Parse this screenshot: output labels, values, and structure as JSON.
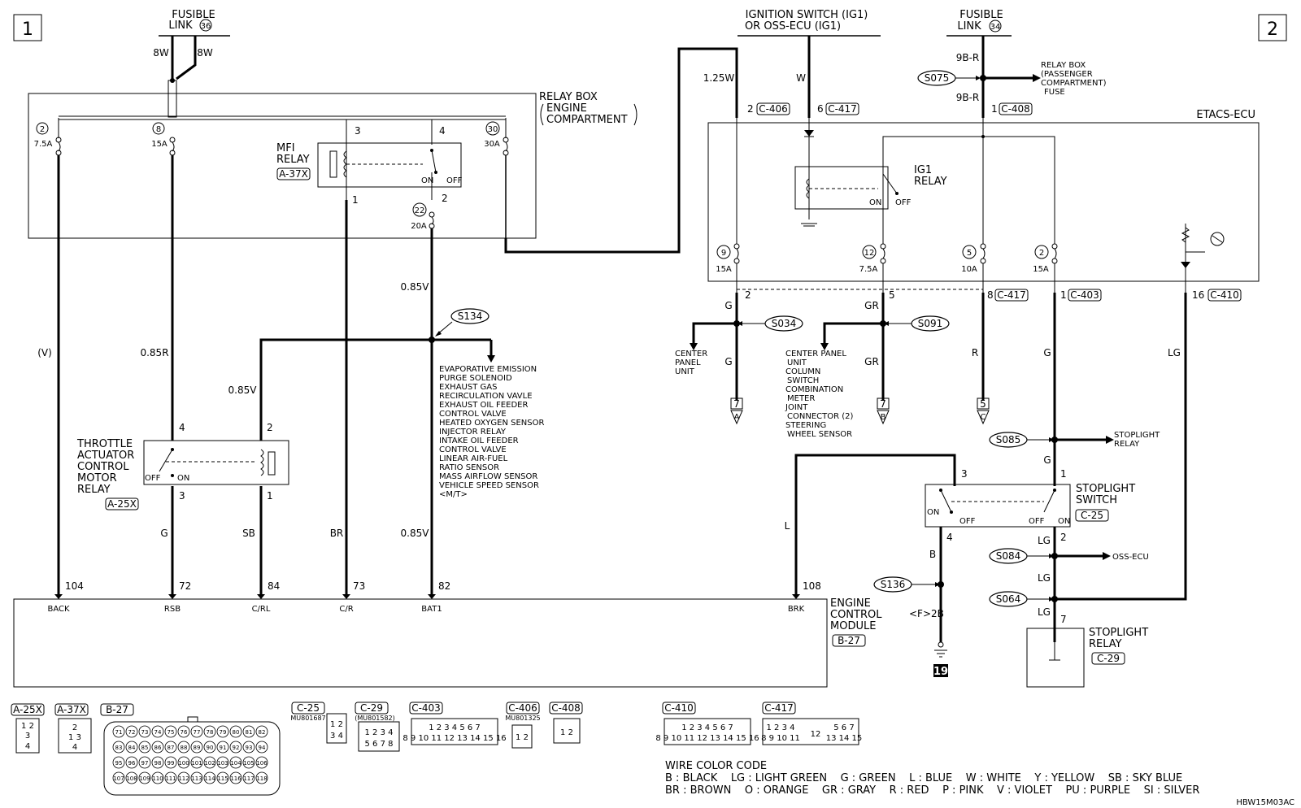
{
  "page": {
    "left_number": "1",
    "right_number": "2",
    "code": "HBW15M03AC"
  },
  "sources": {
    "fusible_link_36": "FUSIBLE\nLINK 36",
    "fusible_link_34": "FUSIBLE\nLINK 34",
    "ignition_switch": "IGNITION SWITCH (IG1)\nOR OSS-ECU (IG1)",
    "fl36_line": "FUSIBLE",
    "fl36_line2": "LINK",
    "fl36_num": "36",
    "fl34_line": "FUSIBLE",
    "fl34_line2": "LINK",
    "fl34_num": "34",
    "ign_line1": "IGNITION SWITCH (IG1)",
    "ign_line2": "OR OSS-ECU (IG1)"
  },
  "relay_box": {
    "title1": "RELAY BOX",
    "title2": "ENGINE",
    "title3": "COMPARTMENT",
    "mfi_relay_1": "MFI",
    "mfi_relay_2": "RELAY",
    "mfi_conn": "A-37X",
    "fuses": [
      {
        "num": "2",
        "rating": "7.5A"
      },
      {
        "num": "8",
        "rating": "15A"
      },
      {
        "num": "30",
        "rating": "30A"
      },
      {
        "num": "22",
        "rating": "20A"
      }
    ],
    "pins": {
      "p3": "3",
      "p4": "4",
      "p1": "1",
      "p2": "2",
      "on": "ON",
      "off": "OFF"
    }
  },
  "etacs": {
    "title": "ETACS-ECU",
    "ig1_relay_1": "IG1",
    "ig1_relay_2": "RELAY",
    "on": "ON",
    "off": "OFF",
    "fuses": [
      {
        "num": "9",
        "rating": "15A"
      },
      {
        "num": "12",
        "rating": "7.5A"
      },
      {
        "num": "5",
        "rating": "10A"
      },
      {
        "num": "2",
        "rating": "15A"
      }
    ],
    "top_pins": [
      {
        "pin": "2",
        "conn": "C-406"
      },
      {
        "pin": "6",
        "conn": "C-417"
      },
      {
        "pin": "1",
        "conn": "C-408"
      }
    ],
    "bottom_pins": [
      {
        "pin": "2",
        "conn": ""
      },
      {
        "pin": "5",
        "conn": ""
      },
      {
        "pin": "8",
        "conn": "C-417"
      },
      {
        "pin": "1",
        "conn": "C-403"
      },
      {
        "pin": "16",
        "conn": "C-410"
      }
    ]
  },
  "relay_box_passenger": {
    "line1": "RELAY BOX",
    "line2": "(PASSENGER",
    "line3": "COMPARTMENT)",
    "line4": "FUSE"
  },
  "wires": {
    "w8w_a": "8W",
    "w8w_b": "8W",
    "w125w": "1.25W",
    "w_w": "W",
    "w9br_a": "9B-R",
    "w9br_b": "9B-R",
    "v": "(V)",
    "r085": "0.85R",
    "v085_a": "0.85V",
    "v085_b": "0.85V",
    "v085_c": "0.85V",
    "g_a": "G",
    "sb": "SB",
    "br": "BR",
    "l": "L",
    "b": "B",
    "f2b": "<F>2B",
    "g1": "G",
    "g2": "G",
    "gr1": "GR",
    "gr2": "GR",
    "r": "R",
    "g3": "G",
    "g4": "G",
    "lg1": "LG",
    "lg2": "LG",
    "lg3": "LG",
    "lg4": "LG"
  },
  "splices": {
    "s134": "S134",
    "s075": "S075",
    "s034": "S034",
    "s091": "S091",
    "s085": "S085",
    "s084": "S084",
    "s064": "S064",
    "s136": "S136"
  },
  "s134_loads": [
    "EVAPORATIVE EMISSION",
    " PURGE SOLENOID",
    "EXHAUST GAS",
    " RECIRCULATION VAVLE",
    "EXHAUST OIL FEEDER",
    " CONTROL VALVE",
    "HEATED OXYGEN SENSOR",
    "INJECTOR RELAY",
    "INTAKE OIL FEEDER",
    " CONTROL VALVE",
    "LINEAR AIR-FUEL",
    " RATIO SENSOR",
    "MASS AIRFLOW SENSOR",
    "VEHICLE SPEED SENSOR",
    "<M/T>"
  ],
  "s034_load": [
    "CENTER",
    "PANEL",
    "UNIT"
  ],
  "s091_loads": [
    "CENTER PANEL",
    "UNIT",
    "COLUMN",
    "SWITCH",
    "COMBINATION",
    "METER",
    "JOINT",
    "CONNECTOR (2)",
    "STEERING",
    "WHEEL SENSOR"
  ],
  "s085_load": [
    "STOPLIGHT",
    "RELAY"
  ],
  "s084_load": "OSS-ECU",
  "throttle_relay": {
    "l1": "THROTTLE",
    "l2": "ACTUATOR",
    "l3": "CONTROL",
    "l4": "MOTOR",
    "l5": "RELAY",
    "conn": "A-25X",
    "p4": "4",
    "p2": "2",
    "p3": "3",
    "p1": "1",
    "off": "OFF",
    "on": "ON"
  },
  "stoplight_switch": {
    "l1": "STOPLIGHT",
    "l2": "SWITCH",
    "conn": "C-25",
    "p3": "3",
    "p1": "1",
    "p4": "4",
    "p2": "2",
    "on": "ON",
    "off": "OFF"
  },
  "stoplight_relay": {
    "l1": "STOPLIGHT",
    "l2": "RELAY",
    "conn": "C-29",
    "p7": "7"
  },
  "ecm": {
    "l1": "ENGINE",
    "l2": "CONTROL",
    "l3": "MODULE",
    "conn": "B-27",
    "pins": [
      {
        "num": "104",
        "name": "BACK"
      },
      {
        "num": "72",
        "name": "RSB"
      },
      {
        "num": "84",
        "name": "C/RL"
      },
      {
        "num": "73",
        "name": "C/R"
      },
      {
        "num": "82",
        "name": "BAT1"
      },
      {
        "num": "108",
        "name": "BRK"
      }
    ]
  },
  "offpage": [
    {
      "num": "7",
      "letter": "A"
    },
    {
      "num": "7",
      "letter": "B"
    },
    {
      "num": "5",
      "letter": "C"
    }
  ],
  "ground_ref": "19",
  "connectors": {
    "a25x": "A-25X",
    "a37x": "A-37X",
    "b27": "B-27",
    "c25": "C-25",
    "c25_pn": "MU801687",
    "c29": "C-29",
    "c29_pn": "(MU801582)",
    "c403": "C-403",
    "c406": "C-406",
    "c406_pn": "MU801325",
    "c408": "C-408",
    "c410": "C-410",
    "c417": "C-417"
  },
  "wire_color_code": {
    "title": "WIRE COLOR CODE",
    "row1": "B : BLACK    LG : LIGHT GREEN    G : GREEN    L : BLUE    W : WHITE    Y : YELLOW    SB : SKY BLUE",
    "row2": "BR : BROWN    O : ORANGE    GR : GRAY    R : RED    P : PINK    V : VIOLET    PU : PURPLE    SI : SILVER"
  }
}
